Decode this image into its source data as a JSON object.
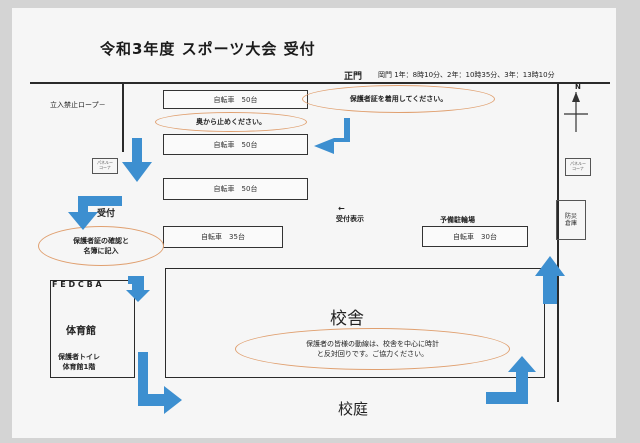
{
  "title": "令和3年度 スポーツ大会 受付",
  "gate": {
    "label": "正門",
    "schedule": "岡門 1年：8時10分、2年：10時35分、3年：13時10分"
  },
  "rope_label": "立入禁止ロープ－",
  "north_label": "N",
  "parking": [
    {
      "label": "自転車　50台"
    },
    {
      "label": "自転車　50台"
    },
    {
      "label": "自転車　50台"
    },
    {
      "label": "自転車　35台"
    },
    {
      "label": "自転車　30台"
    }
  ],
  "notes": {
    "cert_show": "保護者証を着用してください。",
    "park_from_back": "奥から止めください。",
    "reception_note": "保護者証の確認と\n名簿に記入",
    "circulation": "保護者の皆様の動線は、校舎を中心に時計\nと反対回りです。ご協力ください。"
  },
  "labels": {
    "reception": "受付",
    "reception_marker": "受付表示",
    "reception_arrow": "←",
    "reserve_parking": "予備駐輪場",
    "fedcba": "F E D C  B A",
    "gym": "体育館",
    "gym_toilet": "保護者トイレ\n体育館1階",
    "school_building": "校舎",
    "schoolyard": "校庭",
    "disaster_storage": "防災\n倉庫"
  },
  "small_signs": [
    {
      "label": "パネルー\nコーナ"
    },
    {
      "label": "パネルー\nコーナ"
    }
  ],
  "colors": {
    "arrow": "#3d8fd0",
    "oval": "#e0a070"
  }
}
